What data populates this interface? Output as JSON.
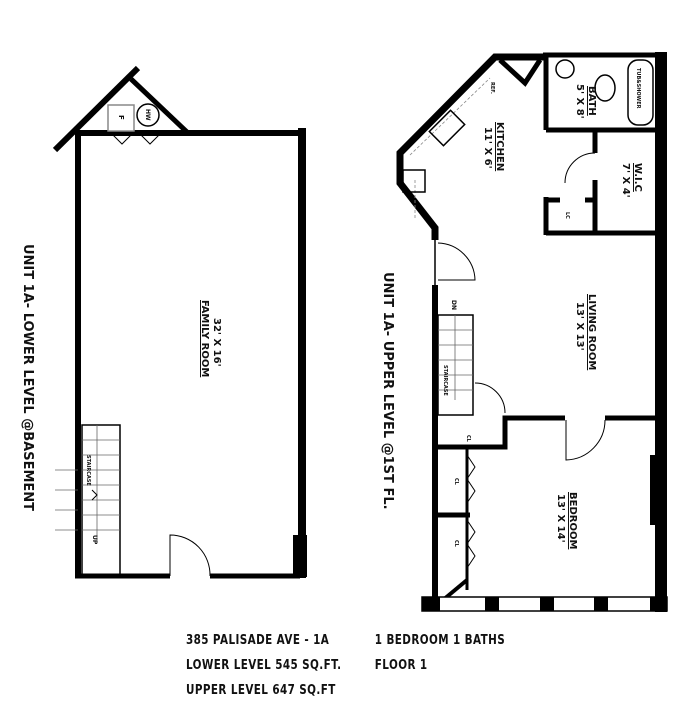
{
  "lower_level": {
    "title": "UNIT 1A- LOWER LEVEL @BASEMENT",
    "rooms": [
      {
        "name": "FAMILY ROOM",
        "size": "32' X 16'"
      }
    ],
    "fixtures": {
      "furnace": "F",
      "water_heater": "HW",
      "staircase": "STAIRCASE",
      "stair_direction": "UP"
    }
  },
  "upper_level": {
    "title": "UNIT 1A- UPPER LEVEL @1ST FL.",
    "rooms": [
      {
        "name": "KITCHEN",
        "size": "11' X 6'"
      },
      {
        "name": "BATH",
        "size": "5' X 8'"
      },
      {
        "name": "W.I.C",
        "size": "7' X 4'"
      },
      {
        "name": "LIVING ROOM",
        "size": "13' X 13'"
      },
      {
        "name": "BEDROOM",
        "size": "13' X 14'"
      }
    ],
    "fixtures": {
      "refrigerator": "REF.",
      "tub": "TUB&SHOWER",
      "linen_closet": "LC",
      "closet": "CL",
      "staircase": "STAIRCASE",
      "stair_direction": "DN"
    }
  },
  "info": {
    "address": "385 PALISADE AVE - 1A",
    "bedrooms_baths": "1 BEDROOM 1 BATHS",
    "lower_sqft": "LOWER LEVEL 545 SQ.FT.",
    "floor": "FLOOR 1",
    "upper_sqft": "UPPER LEVEL 647 SQ.FT"
  }
}
